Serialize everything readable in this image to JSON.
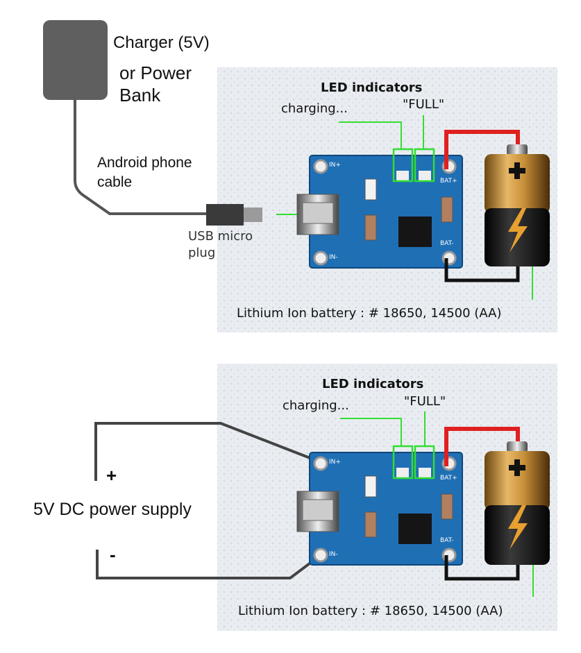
{
  "top": {
    "charger_label_line1": "Charger (5V)",
    "charger_label_line2": "or Power",
    "charger_label_line3": "Bank",
    "cable_label_line1": "Android phone",
    "cable_label_line2": "cable",
    "plug_label_line1": "USB micro",
    "plug_label_line2": "plug",
    "led_title": "LED indicators",
    "led_charging": "charging...",
    "led_full": "\"FULL\"",
    "battery_caption": "Lithium Ion battery : # 18650, 14500 (AA)",
    "pad_in_plus": "IN+",
    "pad_in_minus": "IN-",
    "pad_bat_plus": "BAT+",
    "pad_bat_minus": "BAT-"
  },
  "bottom": {
    "supply_label": "5V DC power supply",
    "plus_sign": "+",
    "minus_sign": "-",
    "led_title": "LED indicators",
    "led_charging": "charging...",
    "led_full": "\"FULL\"",
    "battery_caption": "Lithium Ion battery : # 18650, 14500 (AA)",
    "pad_in_plus": "IN+",
    "pad_in_minus": "IN-",
    "pad_bat_plus": "BAT+",
    "pad_bat_minus": "BAT-"
  },
  "colors": {
    "pcb": "#1f6fb5",
    "wire_red": "#e02020",
    "wire_black": "#111111",
    "led_outline": "#33dd33",
    "charger": "#5f5f5f",
    "background_panel": "#e9edf1"
  }
}
